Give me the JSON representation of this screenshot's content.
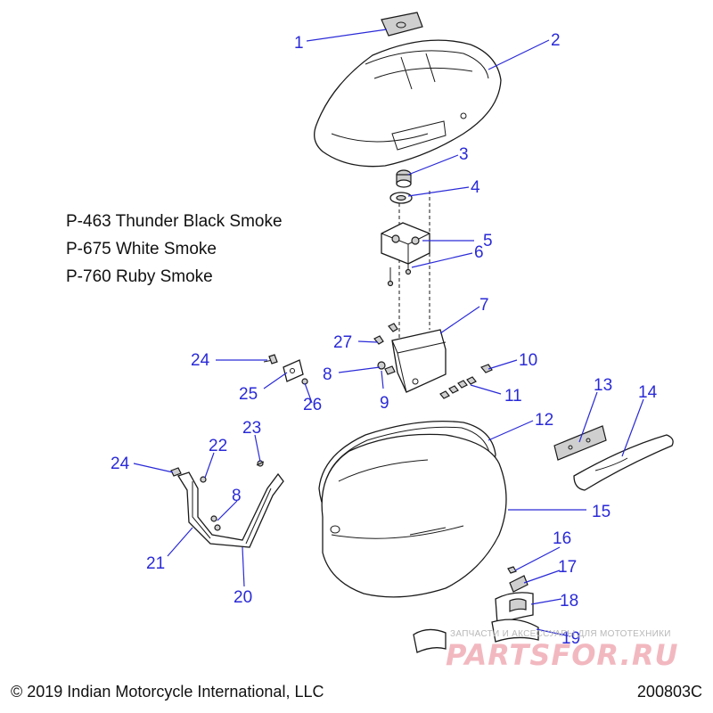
{
  "color_codes": [
    {
      "text": "P-463 Thunder Black Smoke"
    },
    {
      "text": "P-675 White Smoke"
    },
    {
      "text": "P-760 Ruby Smoke"
    }
  ],
  "callouts": [
    "1",
    "2",
    "3",
    "4",
    "5",
    "6",
    "7",
    "27",
    "8",
    "9",
    "10",
    "11",
    "12",
    "13",
    "14",
    "15",
    "24",
    "25",
    "26",
    "22",
    "23",
    "8",
    "21",
    "20",
    "16",
    "17",
    "18",
    "19",
    "24"
  ],
  "footer": {
    "copyright": "© 2019 Indian Motorcycle International, LLC",
    "diagram_id": "200803C"
  },
  "watermark": {
    "tagline": "ЗАПЧАСТИ И АКСЕССУАРЫ ДЛЯ МОТОТЕХНИКИ",
    "brand": "PARTSFOR.RU"
  },
  "colors": {
    "callout": "#2a2ad8",
    "outline": "#1a1a1a",
    "watermark": "#f2b8c0"
  }
}
